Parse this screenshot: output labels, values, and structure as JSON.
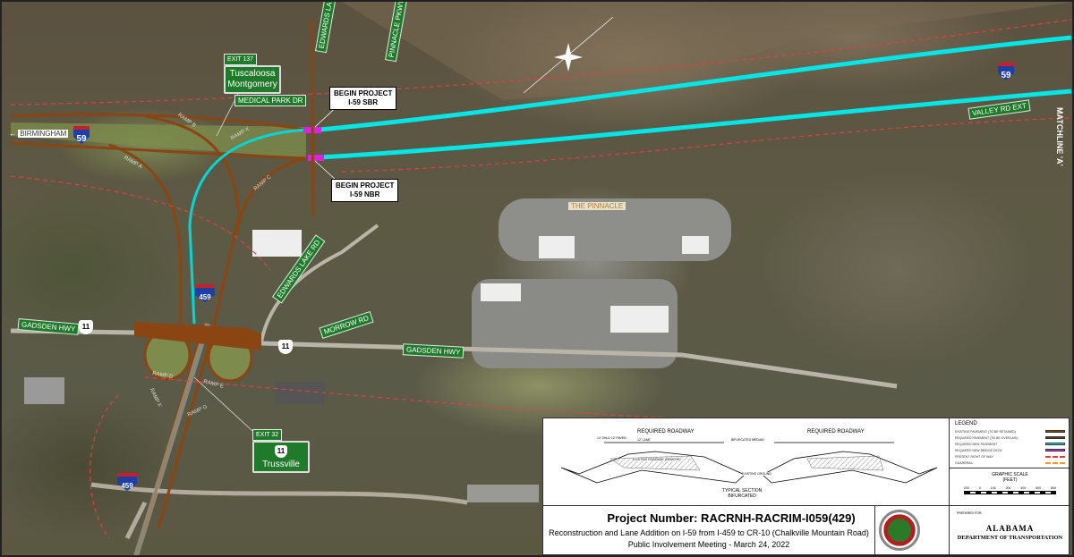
{
  "map": {
    "top_labels": {
      "edwards_lake_rd": "EDWARDS LAKE RD",
      "pinnacle_pkwy": "PINNACLE PKWY",
      "medical_park_dr": "MEDICAL PARK DR",
      "valley_rd_ext": "VALLEY RD EXT",
      "gadsden_hwy_1": "GADSDEN HWY",
      "gadsden_hwy_2": "GADSDEN HWY",
      "edwards_lake_rd_2": "EDWARDS LAKE RD",
      "morrow_rd": "MORROW RD",
      "birmingham": "BIRMINGHAM",
      "matchline": "MATCHLINE 'A'",
      "the_pinnacle": "THE PINNACLE"
    },
    "exit_137": {
      "exit": "EXIT 137",
      "line1": "Tuscaloosa",
      "line2": "Montgomery"
    },
    "exit_32": {
      "exit": "EXIT 32",
      "route": "11",
      "city": "Trussville"
    },
    "callouts": {
      "sbr_1": "BEGIN PROJECT",
      "sbr_2": "I-59 SBR",
      "nbr_1": "BEGIN PROJECT",
      "nbr_2": "I-59 NBR"
    },
    "shields": {
      "i59": "59",
      "i59_east": "59",
      "i459_mid": "459",
      "i459_south": "459",
      "us11_west": "11",
      "us11_east": "11"
    },
    "ramps": [
      "RAMP B",
      "RAMP X",
      "RAMP A",
      "RAMP C",
      "RAMP D",
      "RAMP E",
      "RAMP F",
      "RAMP G"
    ]
  },
  "cross_section": {
    "left_title": "REQUIRED ROADWAY",
    "right_title": "REQUIRED ROADWAY",
    "median": "BIFURCATED MEDIAN",
    "caption_1": "TYPICAL SECTION",
    "caption_2": "BIFURCATED",
    "existing_ground": "EXISTING GROUND",
    "existing_roadway": "EXISTING ROADWAY (REMOVE)",
    "lane": "12' LANE",
    "shoulder": "14' SHLD 12' PAVED"
  },
  "legend": {
    "title": "LEGEND",
    "items": [
      {
        "label": "EXISTING PAVEMENT (TO BE RETAINED)",
        "color": "#8b4513"
      },
      {
        "label": "REQUIRED PAVEMENT (TO BE OVERLAID)",
        "color": "#6b3410"
      },
      {
        "label": "REQUIRED NEW PAVEMENT",
        "color": "#00e5e5"
      },
      {
        "label": "REQUIRED NEW BRIDGE DECK",
        "color": "#e020e0"
      },
      {
        "label": "PRESENT RIGHT OF WAY",
        "color": "#e04040"
      },
      {
        "label": "GUARDRAIL",
        "color": "#f0a020"
      }
    ]
  },
  "scale": {
    "title": "GRAPHIC SCALE",
    "units": "(FEET)",
    "ticks": [
      "200",
      "0",
      "100",
      "200",
      "400",
      "600",
      "800"
    ]
  },
  "title_block": {
    "project": "Project Number: RACRNH-RACRIM-I059(429)",
    "description": "Reconstruction and Lane Addition on I-59 from I-459 to CR-10 (Chalkville Mountain Road)",
    "meeting": "Public Involvement Meeting - March 24, 2022"
  },
  "agency": {
    "prepared_for": "PREPARED FOR:",
    "name": "ALABAMA",
    "dept": "DEPARTMENT OF TRANSPORTATION"
  }
}
